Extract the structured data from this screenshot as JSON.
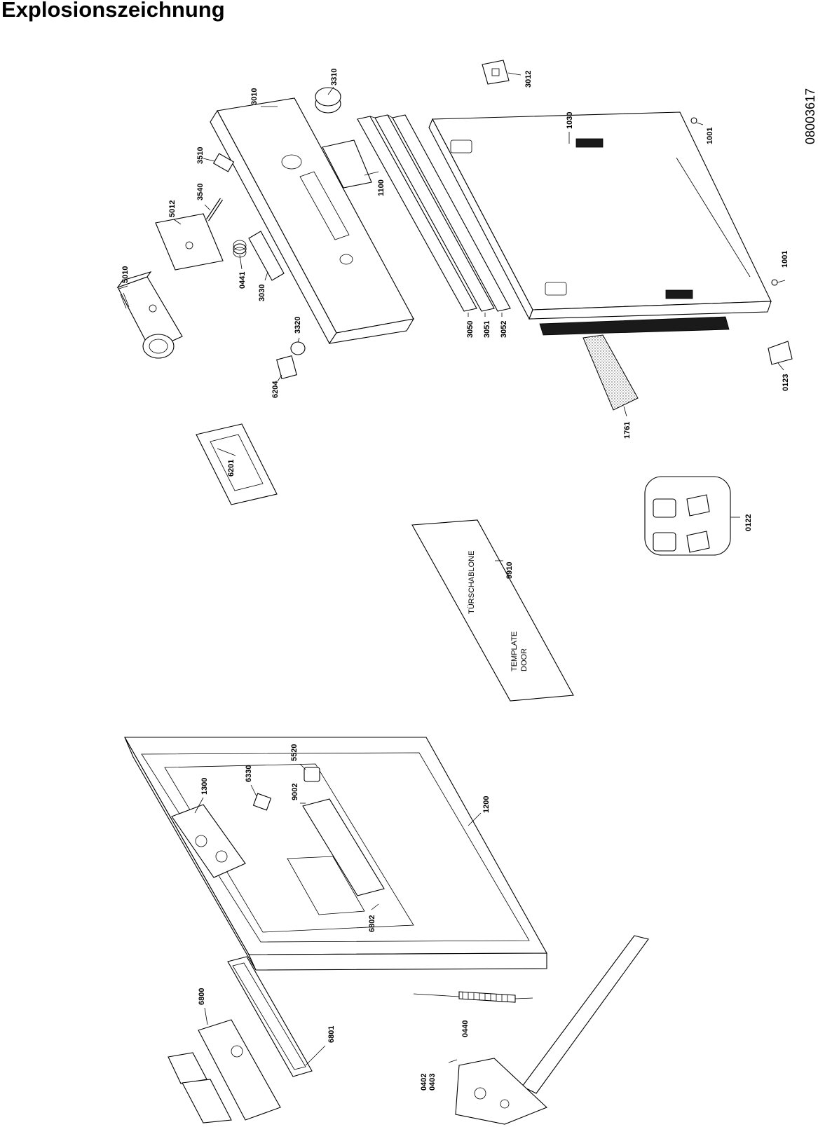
{
  "title": "Explosionszeichnung",
  "document_number": "08003617",
  "template": {
    "label_de": "TÜRSCHABLONE",
    "label_en_line1": "TEMPLATE",
    "label_en_line2": "DOOR",
    "part_number": "9910"
  },
  "parts": [
    {
      "id": "p3310",
      "number": "3310"
    },
    {
      "id": "p3010",
      "number": "3010"
    },
    {
      "id": "p3510",
      "number": "3510"
    },
    {
      "id": "p3540",
      "number": "3540"
    },
    {
      "id": "p5012",
      "number": "5012"
    },
    {
      "id": "p5010",
      "number": "5010"
    },
    {
      "id": "p0441",
      "number": "0441"
    },
    {
      "id": "p3030",
      "number": "3030"
    },
    {
      "id": "p1100",
      "number": "1100"
    },
    {
      "id": "p3320",
      "number": "3320"
    },
    {
      "id": "p6204",
      "number": "6204"
    },
    {
      "id": "p3050",
      "number": "3050"
    },
    {
      "id": "p3051",
      "number": "3051"
    },
    {
      "id": "p3052",
      "number": "3052"
    },
    {
      "id": "p3012",
      "number": "3012"
    },
    {
      "id": "p1030",
      "number": "1030"
    },
    {
      "id": "p1001a",
      "number": "1001"
    },
    {
      "id": "p1001b",
      "number": "1001"
    },
    {
      "id": "p0123",
      "number": "0123"
    },
    {
      "id": "p1761",
      "number": "1761"
    },
    {
      "id": "p6201",
      "number": "6201"
    },
    {
      "id": "p0122",
      "number": "0122"
    },
    {
      "id": "p1300",
      "number": "1300"
    },
    {
      "id": "p6330",
      "number": "6330"
    },
    {
      "id": "p5520",
      "number": "5520"
    },
    {
      "id": "p9002",
      "number": "9002"
    },
    {
      "id": "p1200",
      "number": "1200"
    },
    {
      "id": "p6802",
      "number": "6802"
    },
    {
      "id": "p6800",
      "number": "6800"
    },
    {
      "id": "p6801",
      "number": "6801"
    },
    {
      "id": "p0440",
      "number": "0440"
    },
    {
      "id": "p0402",
      "number": "0402"
    },
    {
      "id": "p0403",
      "number": "0403"
    }
  ]
}
